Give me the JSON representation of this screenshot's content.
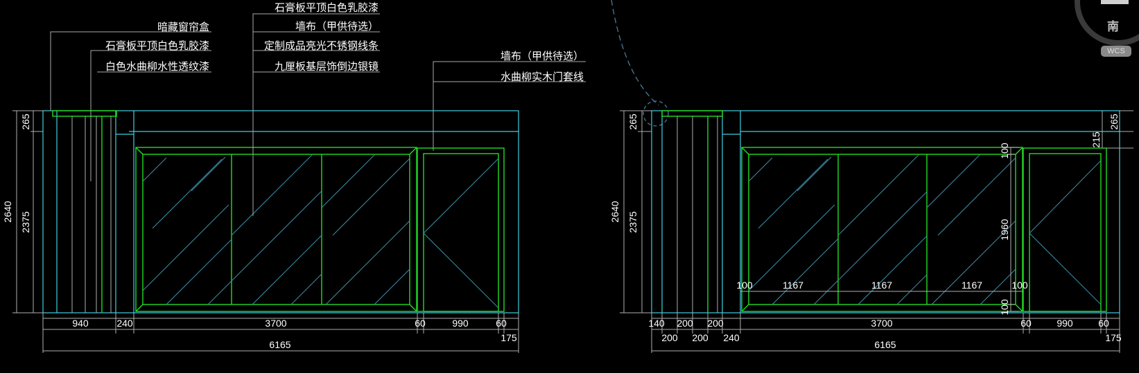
{
  "viewcube": {
    "direction_label": "南",
    "wcs_label": "WCS"
  },
  "elevation_left": {
    "callouts": [
      "暗藏窗帘盒",
      "石膏板平顶白色乳胶漆",
      "白色水曲柳水性透纹漆",
      "石膏板平顶白色乳胶漆",
      "墙布（甲供待选）",
      "定制成品亮光不锈钢线条",
      "九厘板基层饰倒边银镜",
      "墙布（甲供待选）",
      "水曲柳实木门套线"
    ],
    "dims": {
      "overall_height": "2640",
      "clear_height": "2375",
      "ceiling_drop": "265",
      "widths_row1": [
        "940",
        "240",
        "3700",
        "60",
        "990",
        "60"
      ],
      "extra_right": "175",
      "total_width": "6165"
    }
  },
  "elevation_right": {
    "dims": {
      "overall_height": "2640",
      "clear_height": "2375",
      "ceiling_drop_left": "265",
      "ceiling_drop_right": "265",
      "header_right": "215",
      "mirror_top_gap": "100",
      "mirror_height": "1960",
      "mirror_bottom_gap": "100",
      "mirror_panels": [
        "100",
        "1167",
        "1167",
        "1167",
        "100"
      ],
      "widths_row1": [
        "140",
        "200",
        "200",
        "3700",
        "60",
        "990",
        "60"
      ],
      "widths_row2": [
        "200",
        "200",
        "240",
        "175"
      ],
      "total_width": "6165"
    }
  }
}
